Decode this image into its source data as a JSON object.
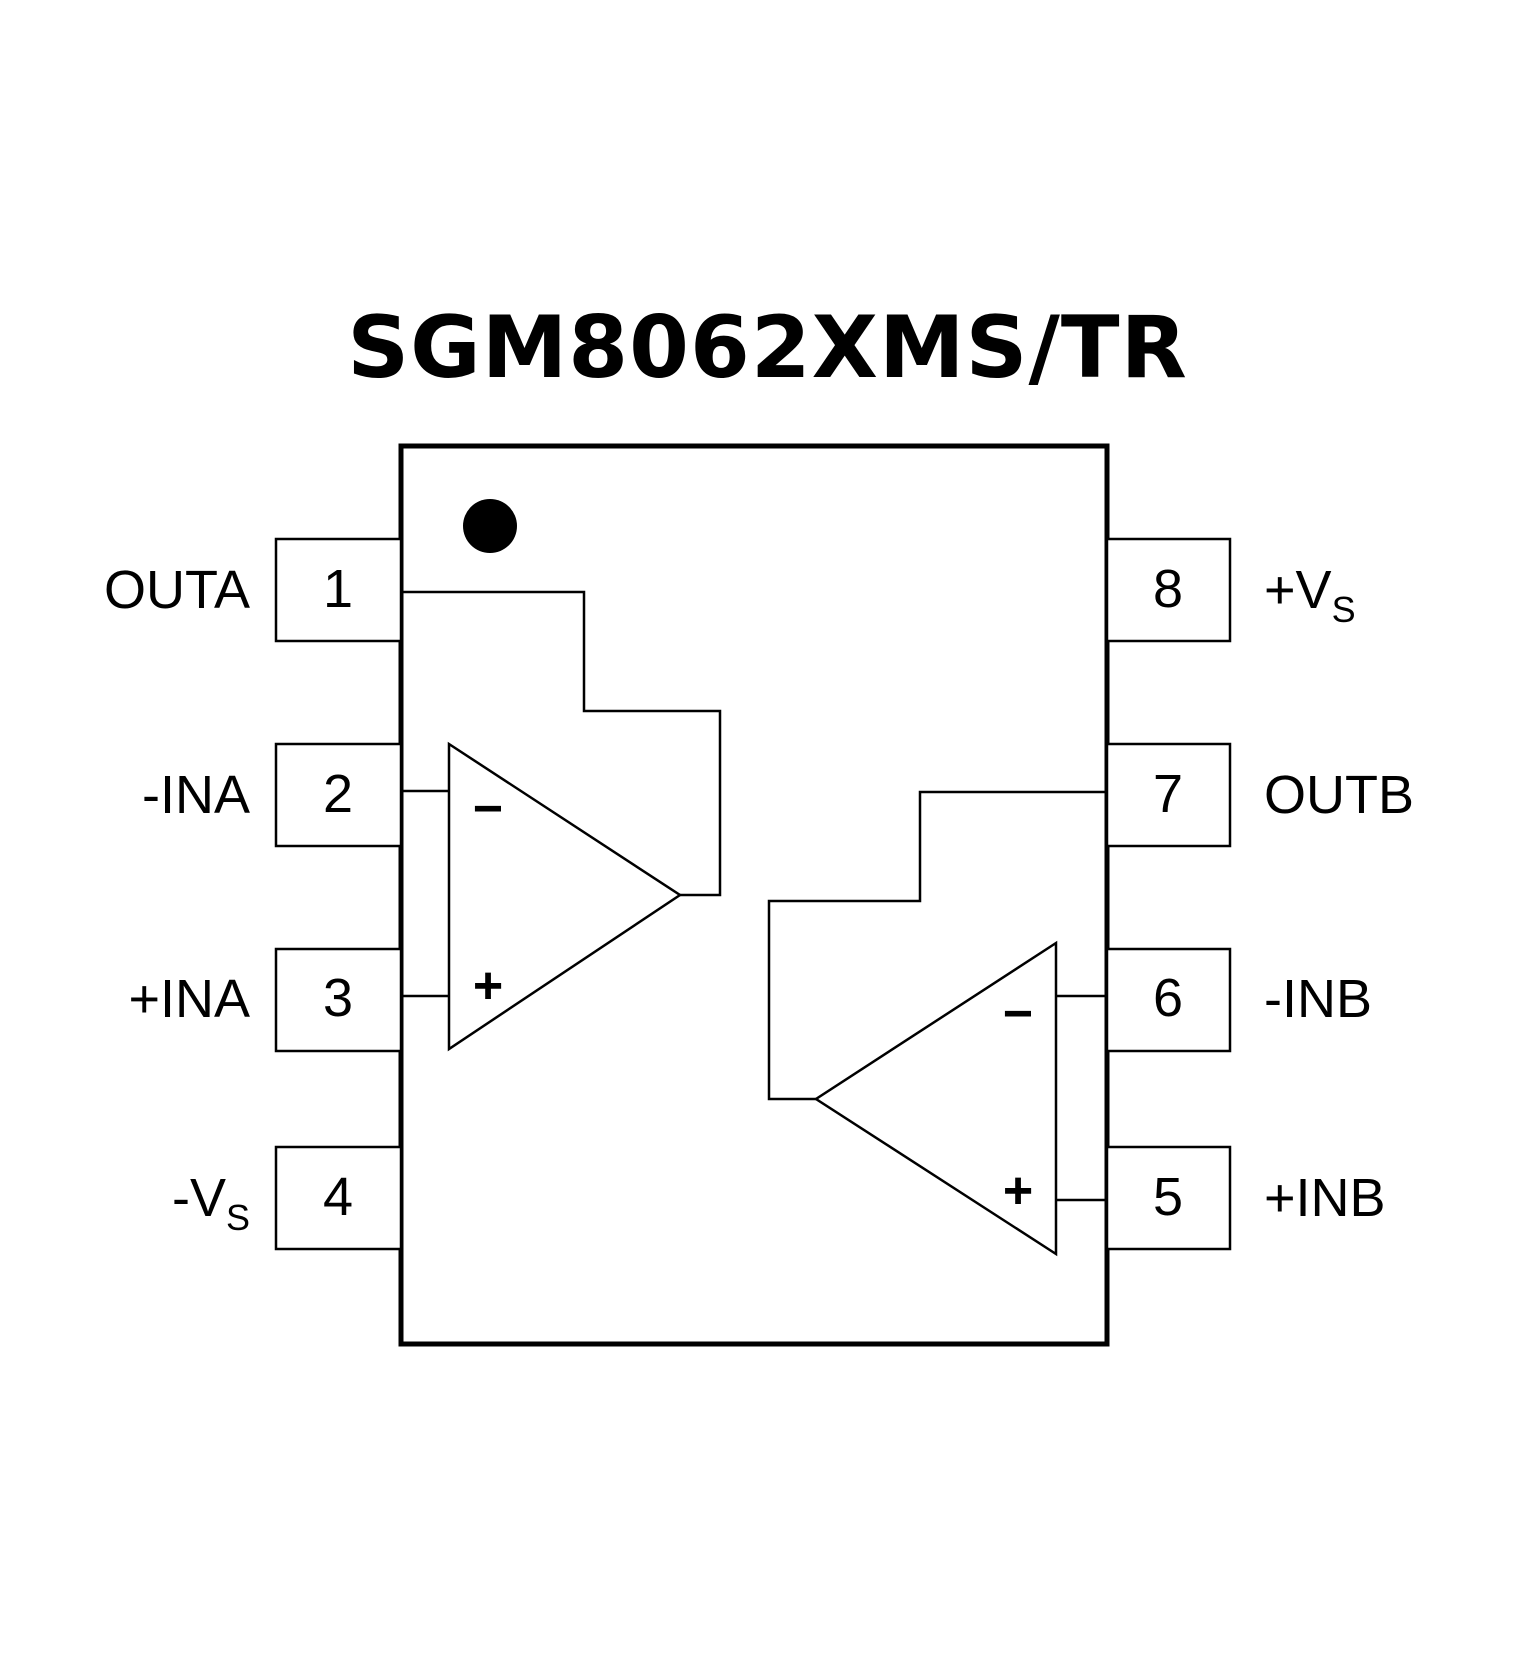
{
  "title": "SGM8062XMS/TR",
  "pins_left": [
    {
      "num": "1",
      "label": "OUTA"
    },
    {
      "num": "2",
      "label": "-INA"
    },
    {
      "num": "3",
      "label": "+INA"
    },
    {
      "num": "4",
      "label_main": "-V",
      "label_sub": "S"
    }
  ],
  "pins_right": [
    {
      "num": "8",
      "label_main": "+V",
      "label_sub": "S"
    },
    {
      "num": "7",
      "label": "OUTB"
    },
    {
      "num": "6",
      "label": "-INB"
    },
    {
      "num": "5",
      "label": "+INB"
    }
  ],
  "opamp_a": {
    "minus": "−",
    "plus": "+"
  },
  "opamp_b": {
    "minus": "−",
    "plus": "+"
  },
  "colors": {
    "line": "#000000",
    "background": "#ffffff"
  }
}
